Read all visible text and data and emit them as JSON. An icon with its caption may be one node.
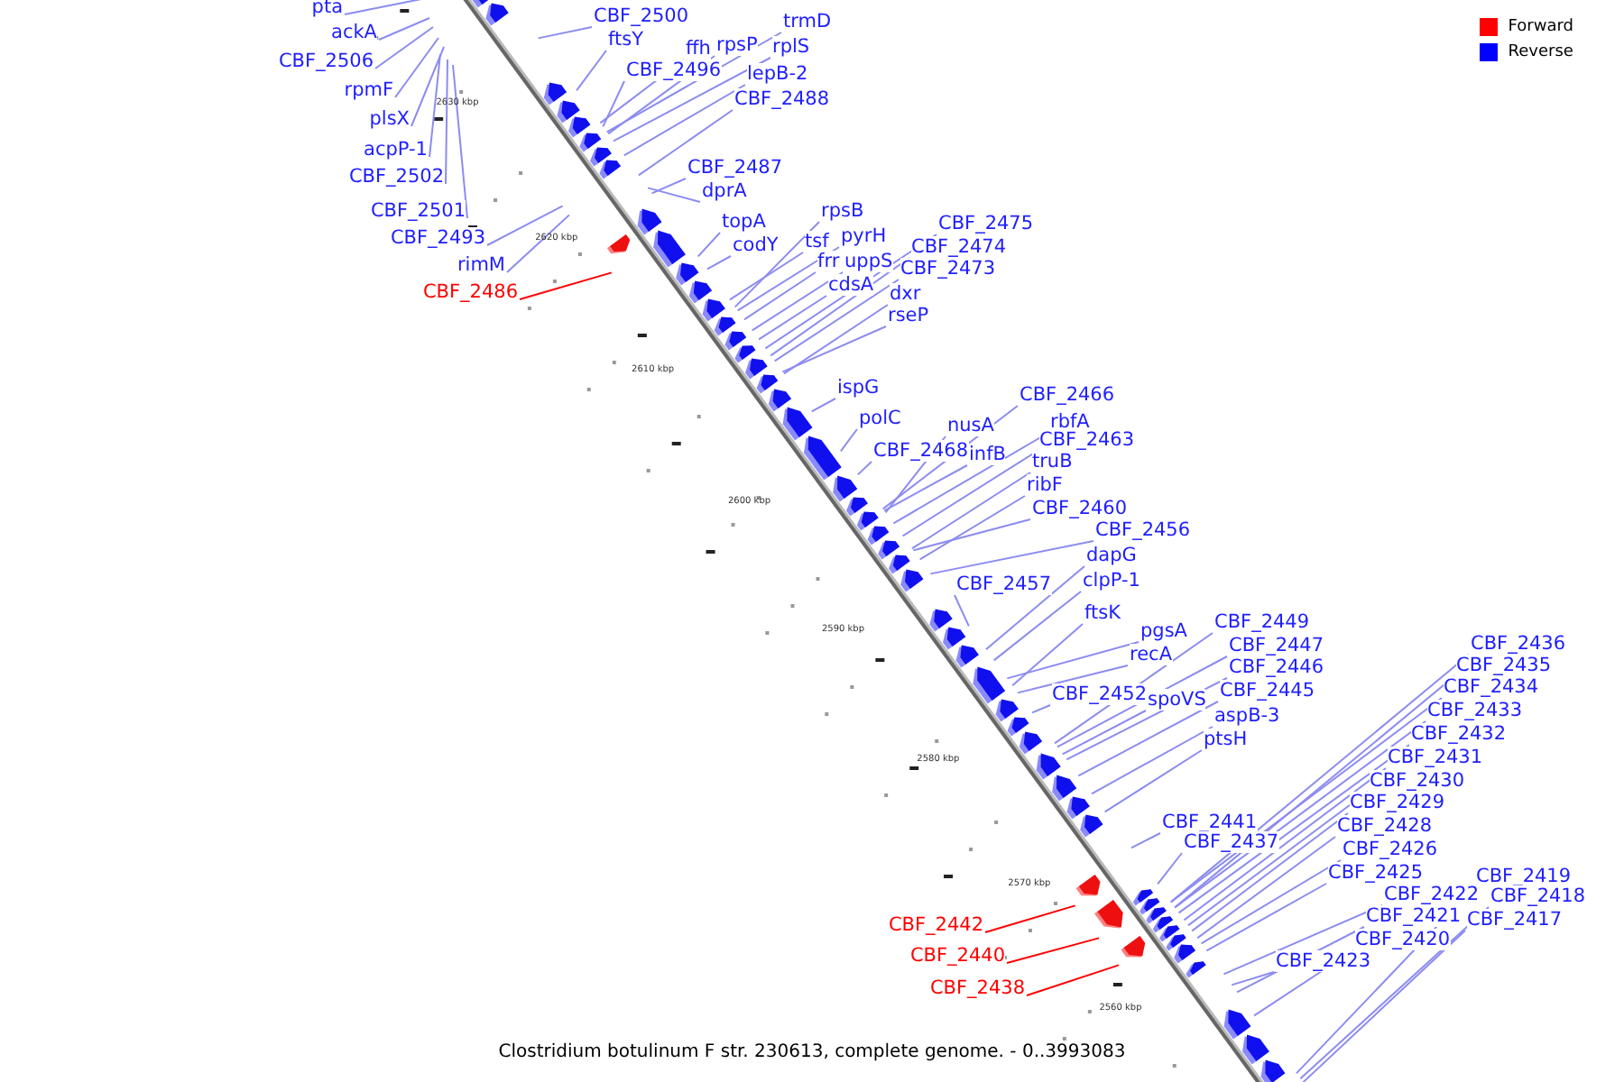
{
  "diagram": {
    "caption": "Clostridium botulinum F str. 230613, complete genome. - 0..3993083",
    "nodes": [
      {
        "text": [
          "pta"
        ]
      },
      {
        "text": [
          "ackA"
        ]
      },
      {
        "text": [
          "CBF_2506"
        ]
      },
      {
        "text": [
          "rpmF"
        ]
      },
      {
        "text": [
          "plsX"
        ]
      },
      {
        "text": [
          "acpP-1"
        ]
      },
      {
        "text": [
          "CBF_2502"
        ]
      },
      {
        "text": [
          "CBF_2501"
        ]
      },
      {
        "text": [
          "CBF_2493"
        ]
      },
      {
        "text": [
          "rimM"
        ]
      },
      {
        "text": [
          "CBF_2486"
        ]
      },
      {
        "text": [
          "CBF_2500"
        ]
      },
      {
        "text": [
          "trmD"
        ]
      },
      {
        "text": [
          "ftsY"
        ]
      },
      {
        "text": [
          "ffh"
        ]
      },
      {
        "text": [
          "rpsP"
        ]
      },
      {
        "text": [
          "rplS"
        ]
      },
      {
        "text": [
          "CBF_2496"
        ]
      },
      {
        "text": [
          "lepB-2"
        ]
      },
      {
        "text": [
          "CBF_2488"
        ]
      },
      {
        "text": [
          "CBF_2487"
        ]
      },
      {
        "text": [
          "dprA"
        ]
      },
      {
        "text": [
          "rpsB"
        ]
      },
      {
        "text": [
          "topA"
        ]
      },
      {
        "text": [
          "CBF_2475"
        ]
      },
      {
        "text": [
          "pyrH"
        ]
      },
      {
        "text": [
          "tsf"
        ]
      },
      {
        "text": [
          "codY"
        ]
      },
      {
        "text": [
          "CBF_2474"
        ]
      },
      {
        "text": [
          "frr"
        ]
      },
      {
        "text": [
          "uppS"
        ]
      },
      {
        "text": [
          "CBF_2473"
        ]
      },
      {
        "text": [
          "cdsA"
        ]
      },
      {
        "text": [
          "dxr"
        ]
      },
      {
        "text": [
          "rseP"
        ]
      },
      {
        "text": [
          "ispG"
        ]
      },
      {
        "text": [
          "CBF_2466"
        ]
      },
      {
        "text": [
          "polC"
        ]
      },
      {
        "text": [
          "rbfA"
        ]
      },
      {
        "text": [
          "nusA"
        ]
      },
      {
        "text": [
          "CBF_2463"
        ]
      },
      {
        "text": [
          "CBF_2468"
        ]
      },
      {
        "text": [
          "infB"
        ]
      },
      {
        "text": [
          "truB"
        ]
      },
      {
        "text": [
          "ribF"
        ]
      },
      {
        "text": [
          "CBF_2460"
        ]
      },
      {
        "text": [
          "CBF_2456"
        ]
      },
      {
        "text": [
          "dapG"
        ]
      },
      {
        "text": [
          "clpP-1"
        ]
      },
      {
        "text": [
          "CBF_2457"
        ]
      },
      {
        "text": [
          "ftsK"
        ]
      },
      {
        "text": [
          "CBF_2449"
        ]
      },
      {
        "text": [
          "pgsA"
        ]
      },
      {
        "text": [
          "CBF_2436"
        ]
      },
      {
        "text": [
          "CBF_2447"
        ]
      },
      {
        "text": [
          "recA"
        ]
      },
      {
        "text": [
          "CBF_2435"
        ]
      },
      {
        "text": [
          "CBF_2446"
        ]
      },
      {
        "text": [
          "CBF_2452"
        ]
      },
      {
        "text": [
          "CBF_2434"
        ]
      },
      {
        "text": [
          "CBF_2445"
        ]
      },
      {
        "text": [
          "spoVS"
        ]
      },
      {
        "text": [
          "CBF_2433"
        ]
      },
      {
        "text": [
          "aspB-3"
        ]
      },
      {
        "text": [
          "CBF_2432"
        ]
      },
      {
        "text": [
          "ptsH"
        ]
      },
      {
        "text": [
          "CBF_2431"
        ]
      },
      {
        "text": [
          "CBF_2430"
        ]
      },
      {
        "text": [
          "CBF_2429"
        ]
      },
      {
        "text": [
          "CBF_2441"
        ]
      },
      {
        "text": [
          "CBF_2428"
        ]
      },
      {
        "text": [
          "CBF_2437"
        ]
      },
      {
        "text": [
          "CBF_2426"
        ]
      },
      {
        "text": [
          "CBF_2425"
        ]
      },
      {
        "text": [
          "CBF_2419"
        ]
      },
      {
        "text": [
          "CBF_2422"
        ]
      },
      {
        "text": [
          "CBF_2418"
        ]
      },
      {
        "text": [
          "CBF_2421"
        ]
      },
      {
        "text": [
          "CBF_2417"
        ]
      },
      {
        "text": [
          "CBF_2420"
        ]
      },
      {
        "text": [
          "CBF_2423"
        ]
      },
      {
        "text": [
          "CBF_2442"
        ]
      },
      {
        "text": [
          "CBF_2440"
        ]
      },
      {
        "text": [
          "CBF_2438"
        ]
      }
    ],
    "edges": [
      {
        "from": 0,
        "to": null,
        "arrow": "none"
      },
      {
        "from": 1,
        "to": null,
        "arrow": "none"
      },
      {
        "from": 2,
        "to": null,
        "arrow": "none"
      },
      {
        "from": 3,
        "to": null,
        "arrow": "none"
      },
      {
        "from": 4,
        "to": null,
        "arrow": "none"
      },
      {
        "from": 5,
        "to": null,
        "arrow": "none"
      },
      {
        "from": 6,
        "to": null,
        "arrow": "none"
      },
      {
        "from": 7,
        "to": null,
        "arrow": "none"
      },
      {
        "from": 8,
        "to": null,
        "arrow": "none"
      },
      {
        "from": 9,
        "to": null,
        "arrow": "none"
      },
      {
        "from": 10,
        "to": null,
        "arrow": "none",
        "color": "#ff0000"
      },
      {
        "from": 11,
        "to": null,
        "arrow": "none"
      },
      {
        "from": 12,
        "to": null,
        "arrow": "none"
      },
      {
        "from": 13,
        "to": null,
        "arrow": "none"
      },
      {
        "from": 14,
        "to": null,
        "arrow": "none"
      },
      {
        "from": 15,
        "to": null,
        "arrow": "none"
      },
      {
        "from": 16,
        "to": null,
        "arrow": "none"
      },
      {
        "from": 17,
        "to": null,
        "arrow": "none"
      },
      {
        "from": 18,
        "to": null,
        "arrow": "none"
      },
      {
        "from": 19,
        "to": null,
        "arrow": "none"
      },
      {
        "from": 20,
        "to": null,
        "arrow": "none"
      },
      {
        "from": 21,
        "to": null,
        "arrow": "none"
      },
      {
        "from": 22,
        "to": null,
        "arrow": "none"
      },
      {
        "from": 23,
        "to": null,
        "arrow": "none"
      },
      {
        "from": 24,
        "to": null,
        "arrow": "none"
      },
      {
        "from": 25,
        "to": null,
        "arrow": "none"
      },
      {
        "from": 26,
        "to": null,
        "arrow": "none"
      },
      {
        "from": 27,
        "to": null,
        "arrow": "none"
      },
      {
        "from": 28,
        "to": null,
        "arrow": "none"
      },
      {
        "from": 29,
        "to": null,
        "arrow": "none"
      },
      {
        "from": 30,
        "to": null,
        "arrow": "none"
      },
      {
        "from": 31,
        "to": null,
        "arrow": "none"
      },
      {
        "from": 32,
        "to": null,
        "arrow": "none"
      },
      {
        "from": 33,
        "to": null,
        "arrow": "none"
      },
      {
        "from": 34,
        "to": null,
        "arrow": "none"
      },
      {
        "from": 35,
        "to": null,
        "arrow": "none"
      },
      {
        "from": 36,
        "to": null,
        "arrow": "none"
      },
      {
        "from": 37,
        "to": null,
        "arrow": "none"
      },
      {
        "from": 38,
        "to": null,
        "arrow": "none"
      },
      {
        "from": 39,
        "to": null,
        "arrow": "none"
      },
      {
        "from": 40,
        "to": null,
        "arrow": "none"
      },
      {
        "from": 41,
        "to": null,
        "arrow": "none"
      },
      {
        "from": 42,
        "to": null,
        "arrow": "none"
      },
      {
        "from": 43,
        "to": null,
        "arrow": "none"
      },
      {
        "from": 44,
        "to": null,
        "arrow": "none"
      },
      {
        "from": 45,
        "to": null,
        "arrow": "none"
      },
      {
        "from": 46,
        "to": null,
        "arrow": "none"
      },
      {
        "from": 47,
        "to": null,
        "arrow": "none"
      },
      {
        "from": 48,
        "to": null,
        "arrow": "none"
      },
      {
        "from": 49,
        "to": null,
        "arrow": "none"
      },
      {
        "from": 50,
        "to": null,
        "arrow": "none"
      },
      {
        "from": 51,
        "to": null,
        "arrow": "none"
      },
      {
        "from": 52,
        "to": null,
        "arrow": "none"
      },
      {
        "from": 53,
        "to": null,
        "arrow": "none"
      },
      {
        "from": 54,
        "to": null,
        "arrow": "none"
      },
      {
        "from": 55,
        "to": null,
        "arrow": "none"
      },
      {
        "from": 56,
        "to": null,
        "arrow": "none"
      },
      {
        "from": 57,
        "to": null,
        "arrow": "none"
      },
      {
        "from": 58,
        "to": null,
        "arrow": "none"
      },
      {
        "from": 59,
        "to": null,
        "arrow": "none"
      },
      {
        "from": 60,
        "to": null,
        "arrow": "none"
      },
      {
        "from": 61,
        "to": null,
        "arrow": "none"
      },
      {
        "from": 62,
        "to": null,
        "arrow": "none"
      },
      {
        "from": 63,
        "to": null,
        "arrow": "none"
      },
      {
        "from": 64,
        "to": null,
        "arrow": "none"
      },
      {
        "from": 65,
        "to": null,
        "arrow": "none"
      },
      {
        "from": 66,
        "to": null,
        "arrow": "none"
      },
      {
        "from": 67,
        "to": null,
        "arrow": "none"
      },
      {
        "from": 68,
        "to": null,
        "arrow": "none"
      },
      {
        "from": 69,
        "to": null,
        "arrow": "none"
      },
      {
        "from": 70,
        "to": null,
        "arrow": "none"
      },
      {
        "from": 71,
        "to": null,
        "arrow": "none"
      },
      {
        "from": 72,
        "to": null,
        "arrow": "none"
      },
      {
        "from": 73,
        "to": null,
        "arrow": "none"
      },
      {
        "from": 74,
        "to": null,
        "arrow": "none"
      },
      {
        "from": 75,
        "to": null,
        "arrow": "none"
      },
      {
        "from": 76,
        "to": null,
        "arrow": "none"
      },
      {
        "from": 77,
        "to": null,
        "arrow": "none"
      },
      {
        "from": 78,
        "to": null,
        "arrow": "none"
      },
      {
        "from": 79,
        "to": null,
        "arrow": "none"
      },
      {
        "from": 80,
        "to": null,
        "arrow": "none"
      },
      {
        "from": 81,
        "to": null,
        "arrow": "none",
        "color": "#ff0000"
      },
      {
        "from": 82,
        "to": null,
        "arrow": "none",
        "color": "#ff0000"
      },
      {
        "from": 83,
        "to": null,
        "arrow": "none",
        "color": "#ff0000"
      }
    ],
    "labels": [
      "2630 kbp",
      "2620 kbp",
      "2610 kbp",
      "2600 kbp",
      "2590 kbp",
      "2580 kbp",
      "2570 kbp",
      "2560 kbp"
    ],
    "legend": [
      {
        "text": "Forward",
        "color": "#ff0000"
      },
      {
        "text": "Reverse",
        "color": "#0000ff"
      }
    ]
  }
}
